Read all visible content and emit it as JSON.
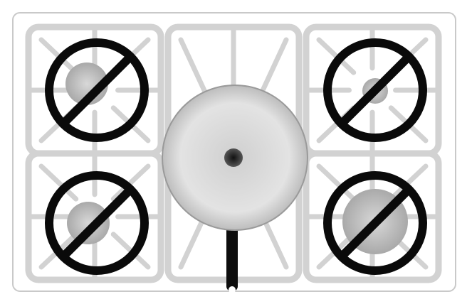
{
  "figure": {
    "description_hidden": "",
    "colors": {
      "background": "#ffffff",
      "cooktop_outline": "#c9c9c9",
      "grate": "#d2d2d2",
      "burner_cap": "#bdbdbd",
      "pan_fill": "#dcdcdc",
      "pan_center": "#3a3a3a",
      "prohibition": "#0a0a0a"
    },
    "burners": [
      {
        "id": "left-rear",
        "prohibited": true,
        "cap_size": "medium"
      },
      {
        "id": "right-rear",
        "prohibited": true,
        "cap_size": "small"
      },
      {
        "id": "left-front",
        "prohibited": true,
        "cap_size": "medium"
      },
      {
        "id": "right-front",
        "prohibited": true,
        "cap_size": "large"
      },
      {
        "id": "center",
        "prohibited": false,
        "has_pan": true
      }
    ],
    "icons": {
      "prohibition": "no-symbol-icon",
      "pan": "skillet-icon"
    }
  }
}
